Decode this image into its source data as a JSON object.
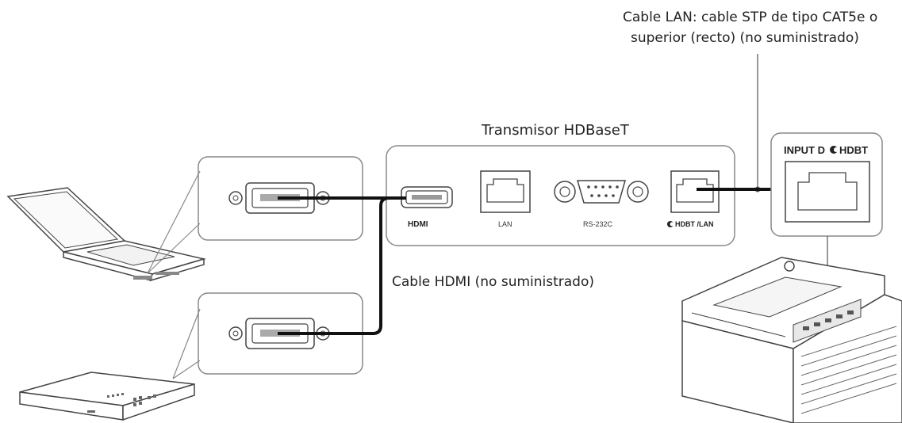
{
  "labels": {
    "lan_cable_line1": "Cable LAN: cable STP de tipo CAT5e o",
    "lan_cable_line2": "superior (recto) (no suministrado)",
    "transmitter_title": "Transmisor HDBaseT",
    "hdmi_cable": "Cable HDMI (no suministrado)"
  },
  "transmitter_ports": {
    "hdmi": "HDMI",
    "lan": "LAN",
    "rs232c": "RS-232C",
    "hdbt_lan": "HDBT /LAN"
  },
  "projector_port": {
    "input": "INPUT D",
    "hdbt": "HDBT"
  },
  "colors": {
    "cable": "#111111",
    "outline": "#444444",
    "panel_stroke": "#888888"
  }
}
